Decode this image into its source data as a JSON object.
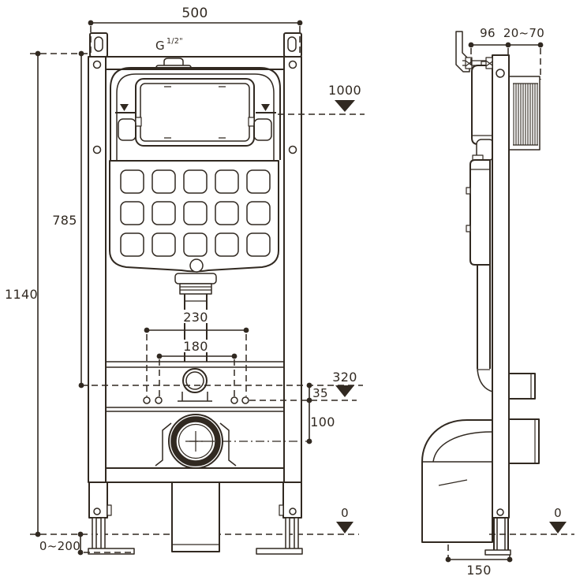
{
  "colors": {
    "ink": "#312921",
    "background": "#ffffff"
  },
  "front_view": {
    "labels": {
      "overall_width": "500",
      "thread_base": "G",
      "thread_size": "1/2\"",
      "overall_height": "1140",
      "upper_height": "785",
      "flush_plate_level": "1000",
      "stud_spacing_wide": "230",
      "stud_spacing_narrow": "180",
      "stud_level": "320",
      "inlet_offset": "35",
      "outlet_offset": "100",
      "foot_adjust_range": "0~200",
      "floor_level": "0"
    }
  },
  "side_view": {
    "labels": {
      "frame_depth": "96",
      "wall_finish_range": "20~70",
      "outlet_projection": "150",
      "floor_level": "0"
    }
  }
}
